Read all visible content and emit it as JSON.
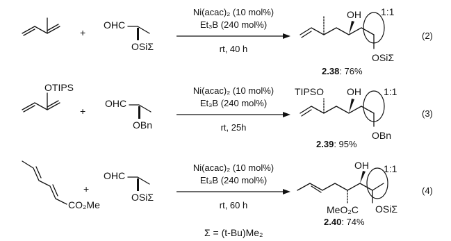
{
  "reactions": [
    {
      "number": "(2)",
      "plus": "+",
      "aldehyde_cho": "OHC",
      "aldehyde_sub": "OSiΣ",
      "catalyst": "Ni(acac)₂ (10 mol%)",
      "reagent": "Et₃B (240 mol%)",
      "conditions": "rt, 40 h",
      "product_oh": "OH",
      "product_sub": "OSiΣ",
      "ratio": "1:1",
      "compound": "2.38",
      "yield": ": 76%"
    },
    {
      "number": "(3)",
      "plus": "+",
      "diene_sub": "OTIPS",
      "aldehyde_cho": "OHC",
      "aldehyde_sub": "OBn",
      "catalyst": "Ni(acac)₂ (10 mol%)",
      "reagent": "Et₃B (240 mol%)",
      "conditions": "rt, 25h",
      "product_left": "TIPSO",
      "product_oh": "OH",
      "product_sub": "OBn",
      "ratio": "1:1",
      "compound": "2.39",
      "yield": ": 95%"
    },
    {
      "number": "(4)",
      "plus": "+",
      "diene_ester": "CO₂Me",
      "aldehyde_cho": "OHC",
      "aldehyde_sub": "OSiΣ",
      "catalyst": "Ni(acac)₂ (10 mol%)",
      "reagent": "Et₃B (240 mol%)",
      "conditions": "rt, 60 h",
      "product_oh": "OH",
      "product_ester": "MeO₂C",
      "product_sub": "OSiΣ",
      "ratio": "1:1",
      "compound": "2.40",
      "yield": ": 74%"
    }
  ],
  "footnote": "Σ = (t-Bu)Me₂"
}
